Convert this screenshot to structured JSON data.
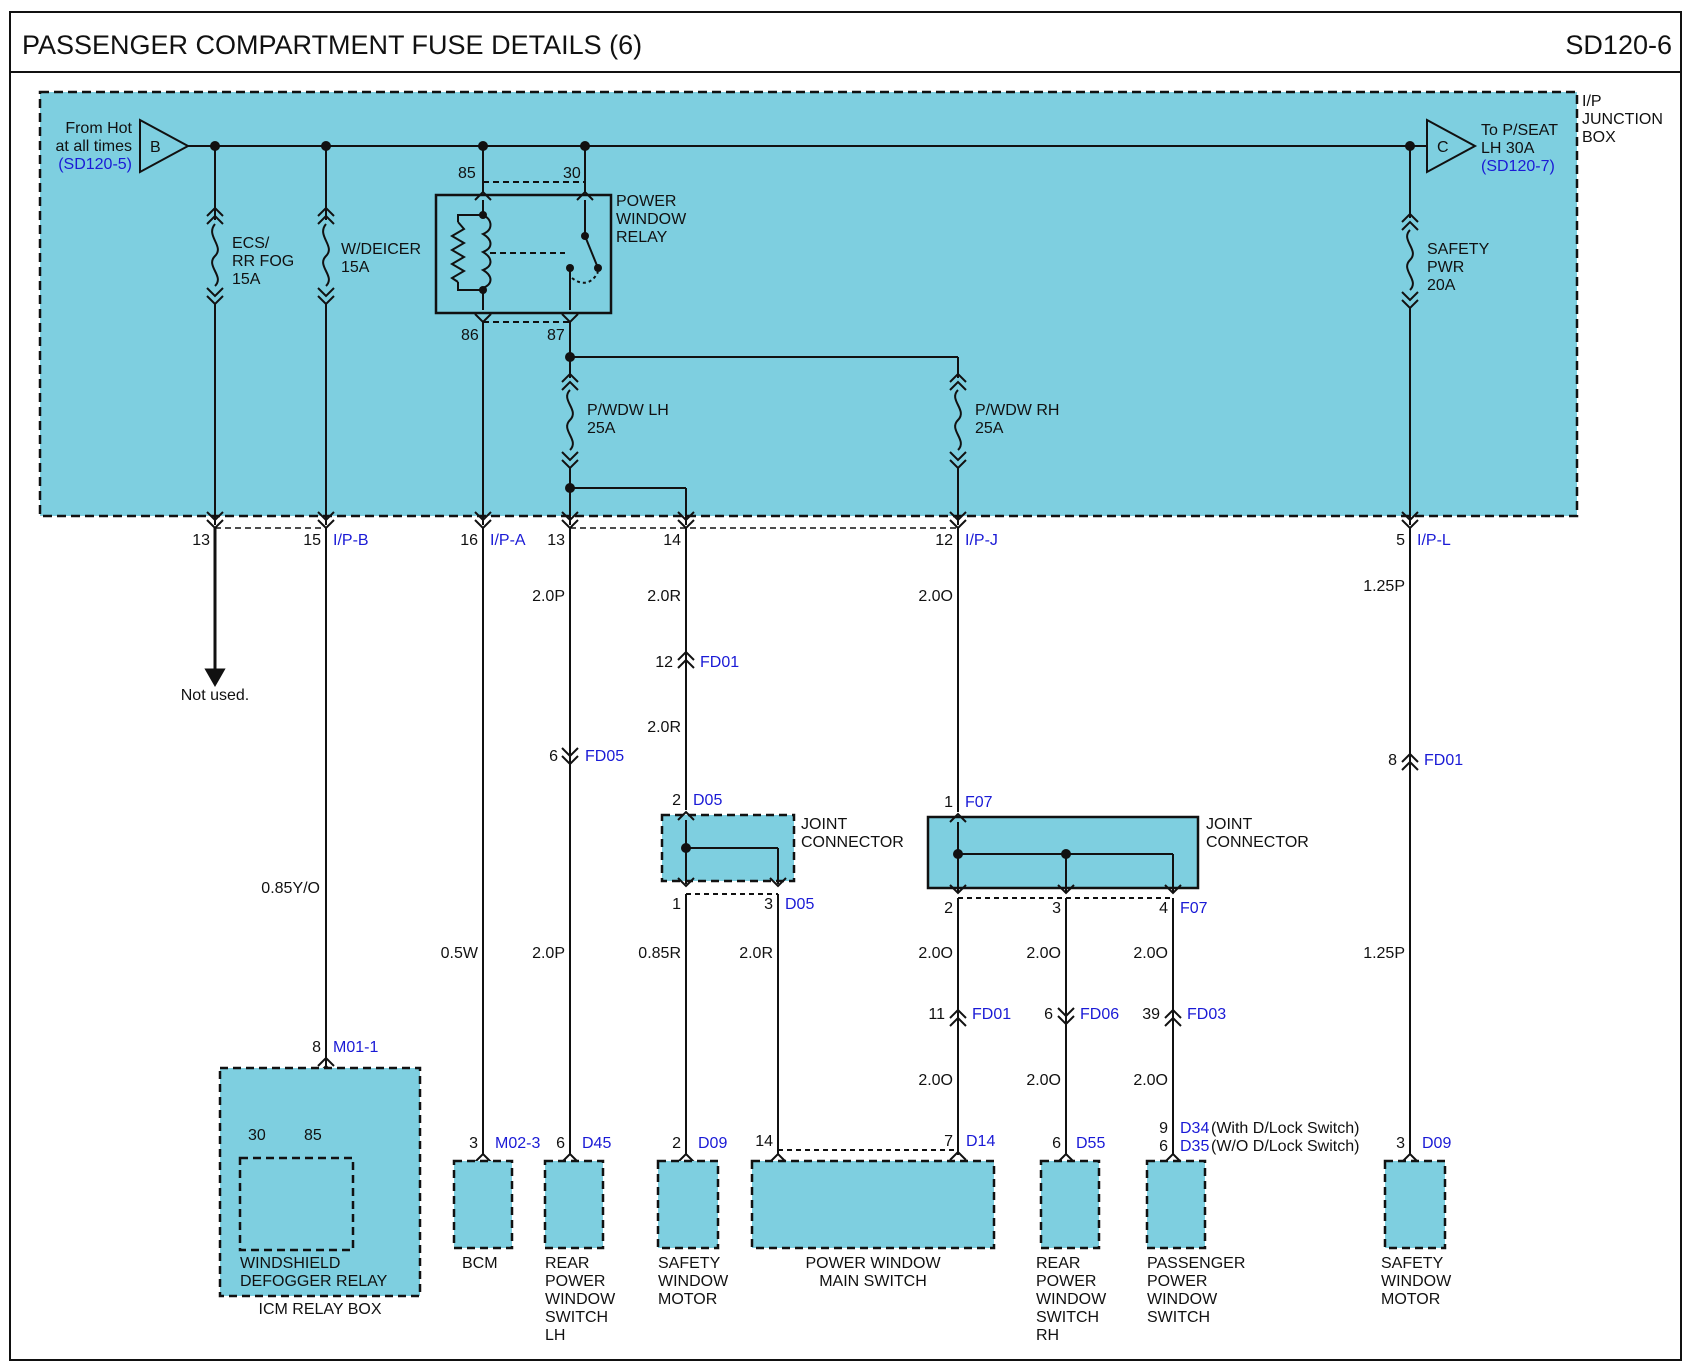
{
  "header": {
    "title": "PASSENGER COMPARTMENT FUSE DETAILS (6)",
    "page_code": "SD120-6"
  },
  "colors": {
    "box_fill": "#7ecfe0",
    "link": "#1a1ad6",
    "ink": "#111111"
  },
  "junction_box": {
    "label": [
      "I/P",
      "JUNCTION",
      "BOX"
    ],
    "source_in": {
      "letter": "B",
      "text": [
        "From Hot",
        "at all times"
      ],
      "ref": "(SD120-5)"
    },
    "source_out": {
      "letter": "C",
      "text": [
        "To P/SEAT",
        "LH 30A"
      ],
      "ref": "(SD120-7)"
    },
    "relay": {
      "name": [
        "POWER",
        "WINDOW",
        "RELAY"
      ],
      "pins": [
        "85",
        "30",
        "86",
        "87"
      ]
    },
    "fuses": [
      {
        "lines": [
          "ECS/",
          "RR FOG",
          "15A"
        ]
      },
      {
        "lines": [
          "W/DEICER",
          "15A"
        ]
      },
      {
        "lines": [
          "P/WDW LH",
          "25A"
        ]
      },
      {
        "lines": [
          "P/WDW RH",
          "25A"
        ]
      },
      {
        "lines": [
          "SAFETY",
          "PWR",
          "20A"
        ]
      }
    ]
  },
  "terminals": {
    "t13a": "13",
    "t15": "15",
    "t16": "16",
    "t13b": "13",
    "t14": "14",
    "t12": "12",
    "t5": "5",
    "conn_ipb": "I/P-B",
    "conn_ipa": "I/P-A",
    "conn_ipj": "I/P-J",
    "conn_ipl": "I/P-L"
  },
  "not_used": "Not used.",
  "wires": {
    "w_08": "0.85Y/O",
    "w_05w": "0.5W",
    "w_20p_top": "2.0P",
    "w_20p_bot": "2.0P",
    "w_20r_1": "2.0R",
    "w_20r_2": "2.0R",
    "w_085r": "0.85R",
    "w_20r_3": "2.0R",
    "w_20o_top": "2.0O",
    "w_20o_a": "2.0O",
    "w_20o_b": "2.0O",
    "w_20o_c": "2.0O",
    "w_20o_d": "2.0O",
    "w_20o_e": "2.0O",
    "w_20o_f": "2.0O",
    "w_125p_top": "1.25P",
    "w_125p_bot": "1.25P"
  },
  "inline_connectors": {
    "fd01_a": {
      "pin": "12",
      "name": "FD01"
    },
    "fd05": {
      "pin": "6",
      "name": "FD05"
    },
    "fd01_b": {
      "pin": "8",
      "name": "FD01"
    },
    "fd01_c": {
      "pin": "11",
      "name": "FD01"
    },
    "fd06": {
      "pin": "6",
      "name": "FD06"
    },
    "fd03": {
      "pin": "39",
      "name": "FD03"
    }
  },
  "joint_connectors": {
    "left": {
      "label": [
        "JOINT",
        "CONNECTOR"
      ],
      "in_pin": "2",
      "in_name": "D05",
      "out1": "1",
      "out3": "3",
      "out_name": "D05"
    },
    "right": {
      "label": [
        "JOINT",
        "CONNECTOR"
      ],
      "in_pin": "1",
      "in_name": "F07",
      "out2": "2",
      "out3": "3",
      "out4": "4",
      "out_name": "F07"
    }
  },
  "components": {
    "icm": {
      "pin": "8",
      "conn": "M01-1",
      "relay_pins": [
        "30",
        "85"
      ],
      "relay_name": [
        "WINDSHIELD",
        "DEFOGGER RELAY"
      ],
      "box_name": "ICM RELAY BOX"
    },
    "bcm": {
      "pin": "3",
      "conn": "M02-3",
      "name": [
        "BCM"
      ]
    },
    "rear_lh": {
      "pin": "6",
      "conn": "D45",
      "name": [
        "REAR",
        "POWER",
        "WINDOW",
        "SWITCH",
        "LH"
      ]
    },
    "safety_motor_1": {
      "pin": "2",
      "conn": "D09",
      "name": [
        "SAFETY",
        "WINDOW",
        "MOTOR"
      ]
    },
    "main_switch": {
      "pin_left": "14",
      "pin_right": "7",
      "conn": "D14",
      "name": [
        "POWER WINDOW",
        "MAIN SWITCH"
      ]
    },
    "rear_rh": {
      "pin": "6",
      "conn": "D55",
      "name": [
        "REAR",
        "POWER",
        "WINDOW",
        "SWITCH",
        "RH"
      ]
    },
    "passenger": {
      "pin1": "9",
      "conn1": "D34",
      "note1": "(With D/Lock Switch)",
      "pin2": "6",
      "conn2": "D35",
      "note2": "(W/O D/Lock Switch)",
      "name": [
        "PASSENGER",
        "POWER",
        "WINDOW",
        "SWITCH"
      ]
    },
    "safety_motor_2": {
      "pin": "3",
      "conn": "D09",
      "name": [
        "SAFETY",
        "WINDOW",
        "MOTOR"
      ]
    }
  }
}
